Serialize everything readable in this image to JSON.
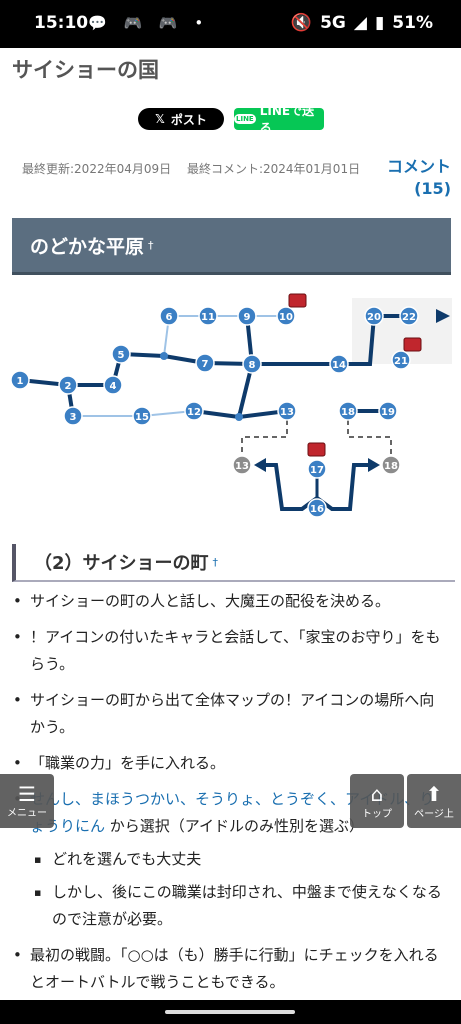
{
  "status": {
    "time": "15:10",
    "network": "5G",
    "battery": "51%",
    "notif_icons": "💬 🎮 🎮 •"
  },
  "page": {
    "title": "サイショーの国"
  },
  "share": {
    "x_label": "ポスト",
    "line_label": "LINEで送る",
    "line_logo": "LINE"
  },
  "meta": {
    "updated": "最終更新:2022年04月09日",
    "last_comment": "最終コメント:2024年01月01日",
    "comment_label": "コメント",
    "comment_count": "(15)"
  },
  "section1": {
    "title": "のどかな平原",
    "dagger": "†"
  },
  "map": {
    "nodes": [
      "1",
      "2",
      "3",
      "4",
      "5",
      "6",
      "7",
      "8",
      "9",
      "10",
      "11",
      "12",
      "13",
      "14",
      "15",
      "16",
      "17",
      "18",
      "19",
      "20",
      "21",
      "22"
    ],
    "gray_nodes": [
      "13",
      "18"
    ],
    "chest_nodes": [
      "10",
      "17",
      "21"
    ]
  },
  "section2": {
    "title": "（2）サイショーの町",
    "dagger": "†"
  },
  "steps": {
    "s1": "サイショーの町の人と話し、大魔王の配役を決める。",
    "s2": "！アイコンの付いたキャラと会話して、「家宝のお守り」をもらう。",
    "s3": "サイショーの町から出て全体マップの！アイコンの場所へ向かう。",
    "s4": "「職業の力」を手に入れる。",
    "s5_jobs": "せんし、まほうつかい、そうりょ、とうぞく、アイドル、りょうりにん",
    "s5_rest": " から選択（アイドルのみ性別を選ぶ）",
    "s5_sub1": "どれを選んでも大丈夫",
    "s5_sub2": "しかし、後にこの職業は封印され、中盤まで使えなくなるので注意が必要。",
    "s6": "最初の戦闘。「○○は（も）勝手に行動」にチェックを入れるとオートバトルで戦うこともできる。"
  },
  "fab": {
    "menu": "メニュー",
    "top": "トップ",
    "up": "ページ上"
  },
  "colors": {
    "accent": "#1a6fb0",
    "node": "#3b7fc4",
    "path": "#0e3a6a",
    "header": "#5b6e80"
  }
}
